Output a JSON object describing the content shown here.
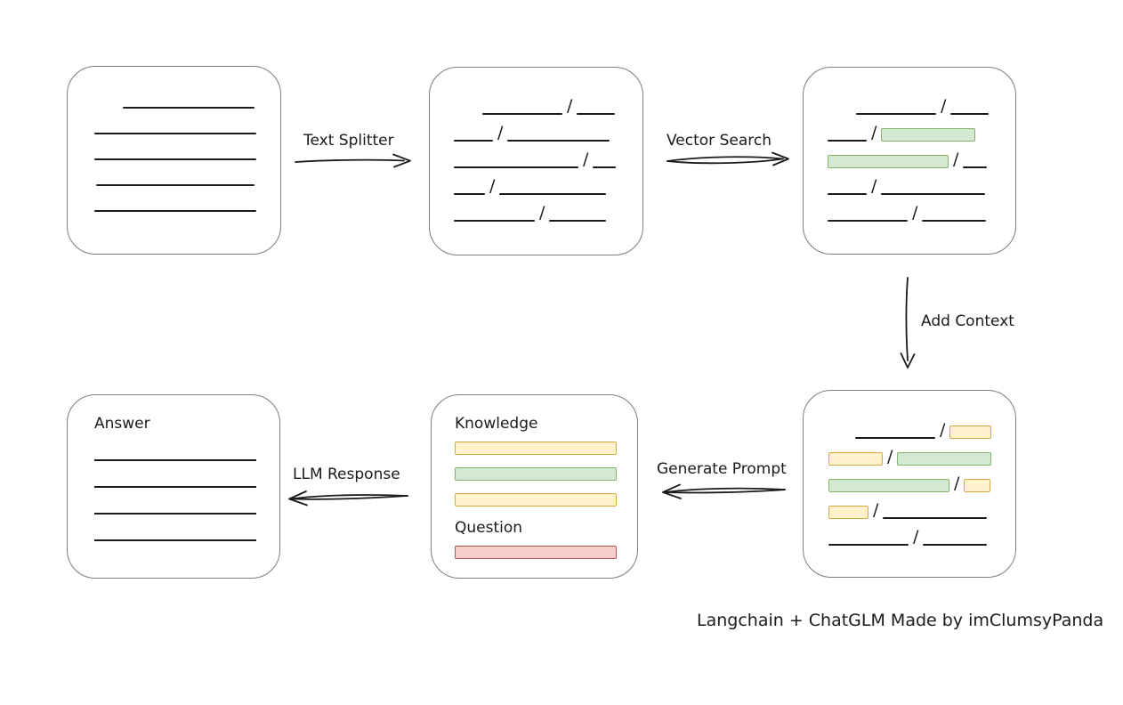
{
  "caption": "Langchain + ChatGLM Made by imClumsyPanda",
  "colors": {
    "ink": "#1a1a1a",
    "box_border": "#7d7d7d",
    "chunk_green_fill": "#d5e8d4",
    "chunk_green_border": "#82b366",
    "chunk_yellow_fill": "#fff2cc",
    "chunk_yellow_border": "#d6a843",
    "chunk_red_fill": "#f8cecc",
    "chunk_red_border": "#b85450"
  },
  "arrows": {
    "text_splitter": {
      "label": "Text Splitter",
      "direction": "right"
    },
    "vector_search": {
      "label": "Vector Search",
      "direction": "right"
    },
    "add_context": {
      "label": "Add Context",
      "direction": "down"
    },
    "generate_prompt": {
      "label": "Generate Prompt",
      "direction": "left"
    },
    "llm_response": {
      "label": "LLM Response",
      "direction": "left"
    }
  },
  "boxes": {
    "document": {
      "description": "source document with plain text lines",
      "rows": [
        {
          "indent": 62,
          "segments": [
            {
              "t": "line",
              "w": 148
            }
          ]
        },
        {
          "indent": 30,
          "segments": [
            {
              "t": "line",
              "w": 182
            }
          ]
        },
        {
          "indent": 30,
          "segments": [
            {
              "t": "line",
              "w": 182
            }
          ]
        },
        {
          "indent": 32,
          "segments": [
            {
              "t": "line",
              "w": 178
            }
          ]
        },
        {
          "indent": 30,
          "segments": [
            {
              "t": "line",
              "w": 182
            }
          ]
        }
      ]
    },
    "split_text": {
      "description": "document split into chunks separated by slashes",
      "rows": [
        {
          "indent": 59,
          "segments": [
            {
              "t": "line",
              "w": 90
            },
            {
              "t": "slash"
            },
            {
              "t": "line",
              "w": 43
            }
          ]
        },
        {
          "indent": 27,
          "segments": [
            {
              "t": "line",
              "w": 44
            },
            {
              "t": "slash"
            },
            {
              "t": "line",
              "w": 115
            }
          ]
        },
        {
          "indent": 27,
          "segments": [
            {
              "t": "line",
              "w": 140
            },
            {
              "t": "slash"
            },
            {
              "t": "line",
              "w": 26
            }
          ]
        },
        {
          "indent": 27,
          "segments": [
            {
              "t": "line",
              "w": 35
            },
            {
              "t": "slash"
            },
            {
              "t": "line",
              "w": 120
            }
          ]
        },
        {
          "indent": 27,
          "segments": [
            {
              "t": "line",
              "w": 91
            },
            {
              "t": "slash"
            },
            {
              "t": "line",
              "w": 64
            }
          ]
        }
      ]
    },
    "matched_chunks": {
      "description": "vector search result: matched chunks highlighted green",
      "rows": [
        {
          "indent": 59,
          "segments": [
            {
              "t": "line",
              "w": 90
            },
            {
              "t": "slash"
            },
            {
              "t": "line",
              "w": 43
            }
          ]
        },
        {
          "indent": 27,
          "segments": [
            {
              "t": "line",
              "w": 44
            },
            {
              "t": "slash"
            },
            {
              "t": "chunk",
              "c": "green",
              "w": 106
            }
          ]
        },
        {
          "indent": 27,
          "segments": [
            {
              "t": "chunk",
              "c": "green",
              "w": 136
            },
            {
              "t": "slash"
            },
            {
              "t": "line",
              "w": 27
            }
          ]
        },
        {
          "indent": 27,
          "segments": [
            {
              "t": "line",
              "w": 44
            },
            {
              "t": "slash"
            },
            {
              "t": "line",
              "w": 117
            }
          ]
        },
        {
          "indent": 27,
          "segments": [
            {
              "t": "line",
              "w": 90
            },
            {
              "t": "slash"
            },
            {
              "t": "line",
              "w": 72
            }
          ]
        }
      ]
    },
    "context_chunks": {
      "description": "context added: neighbor chunks highlighted yellow around green matches",
      "rows": [
        {
          "indent": 58,
          "segments": [
            {
              "t": "line",
              "w": 90
            },
            {
              "t": "slash"
            },
            {
              "t": "chunk",
              "c": "yellow",
              "w": 47
            }
          ]
        },
        {
          "indent": 28,
          "segments": [
            {
              "t": "chunk",
              "c": "yellow",
              "w": 61
            },
            {
              "t": "slash"
            },
            {
              "t": "chunk",
              "c": "green",
              "w": 106
            }
          ]
        },
        {
          "indent": 28,
          "segments": [
            {
              "t": "chunk",
              "c": "green",
              "w": 136
            },
            {
              "t": "slash"
            },
            {
              "t": "chunk",
              "c": "yellow",
              "w": 30
            }
          ]
        },
        {
          "indent": 28,
          "segments": [
            {
              "t": "chunk",
              "c": "yellow",
              "w": 45
            },
            {
              "t": "slash"
            },
            {
              "t": "line",
              "w": 117
            }
          ]
        },
        {
          "indent": 28,
          "segments": [
            {
              "t": "line",
              "w": 90
            },
            {
              "t": "slash"
            },
            {
              "t": "line",
              "w": 72
            }
          ]
        }
      ]
    },
    "prompt": {
      "knowledge_label": "Knowledge",
      "knowledge_bars": [
        "yellow",
        "green",
        "yellow"
      ],
      "question_label": "Question",
      "question_bar": "red"
    },
    "answer": {
      "label": "Answer",
      "line_count": 4
    }
  }
}
